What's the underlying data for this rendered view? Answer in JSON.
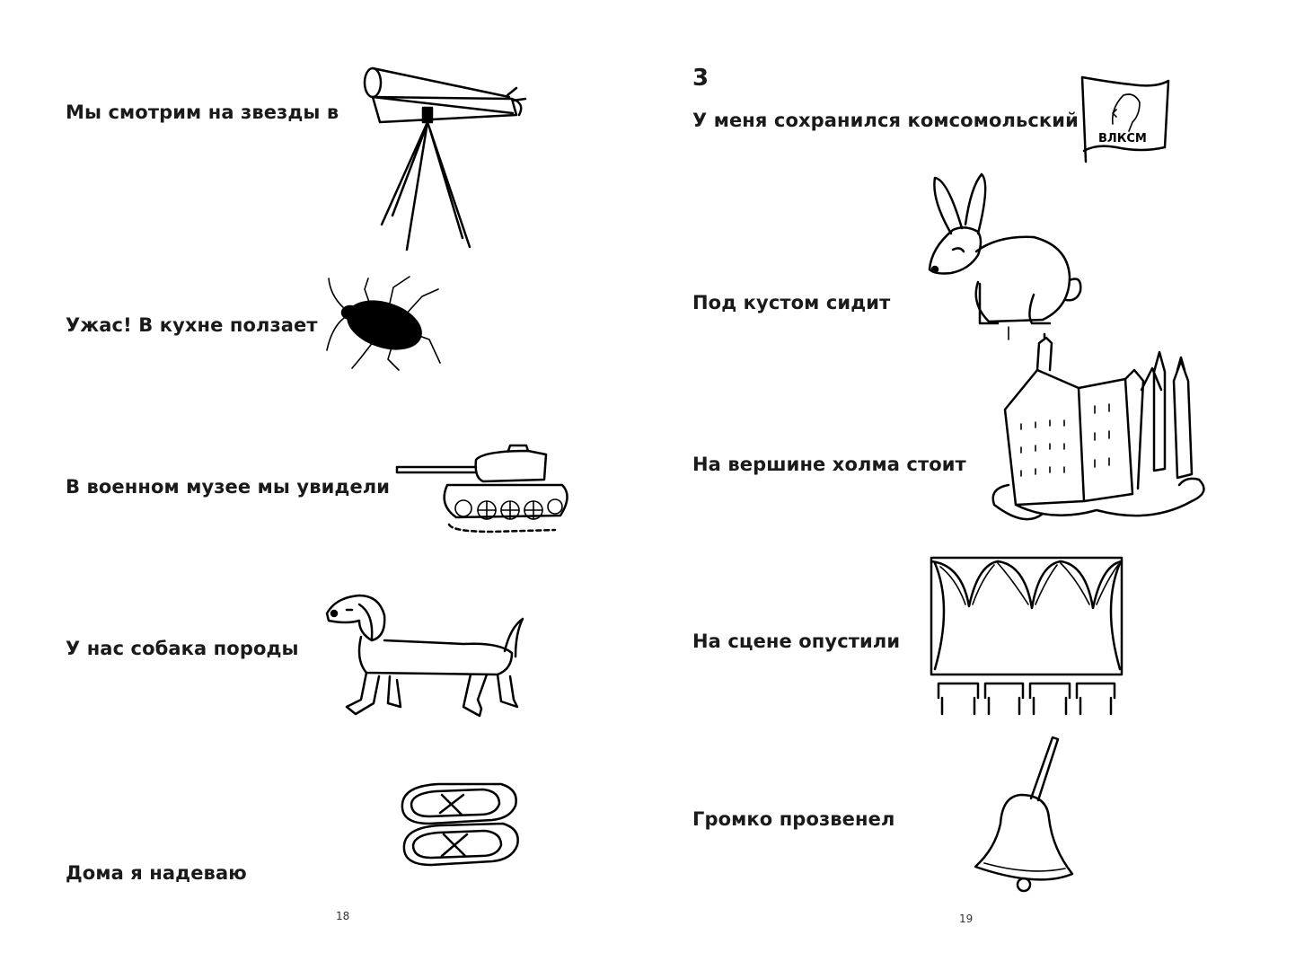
{
  "left_page": {
    "page_number": "18",
    "sentences": [
      "Мы смотрим на звезды в",
      "Ужас! В кухне ползает",
      "В военном музее мы увидели",
      "У нас собака породы",
      "Дома я надеваю"
    ],
    "pictures": [
      "telescope-icon",
      "cockroach-icon",
      "tank-icon",
      "dachshund-icon",
      "slippers-icon"
    ]
  },
  "right_page": {
    "section_number": "3",
    "page_number": "19",
    "sentences": [
      "У меня сохранился комсомольский",
      "Под кустом сидит",
      "На вершине холма стоит",
      "На сцене опустили",
      "Громко прозвенел"
    ],
    "pictures": [
      "komsomol-badge-icon",
      "rabbit-icon",
      "castle-icon",
      "stage-curtain-icon",
      "bell-icon"
    ],
    "badge_text": "ВЛКСМ"
  }
}
